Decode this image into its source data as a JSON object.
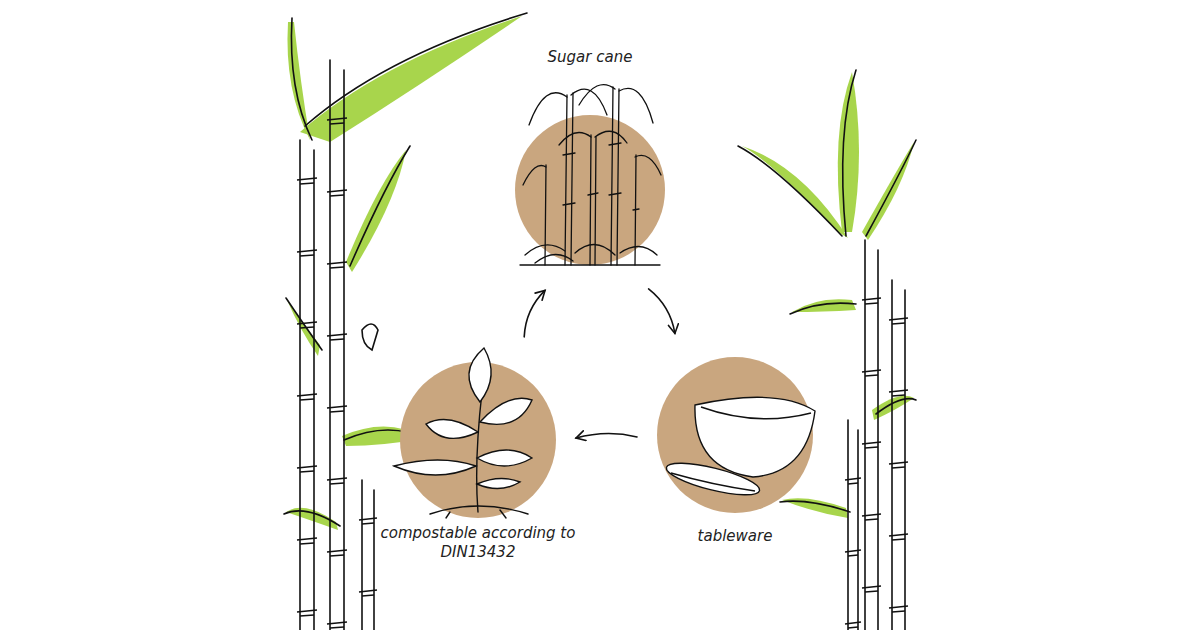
{
  "diagram": {
    "nodes": [
      {
        "text": [
          "Sugar cane"
        ]
      },
      {
        "text": [
          "tableware"
        ]
      },
      {
        "text": [
          "compostable according to DIN13432"
        ]
      }
    ],
    "edges": [
      {
        "from": 0,
        "to": 1,
        "arrow": "to"
      },
      {
        "from": 1,
        "to": 2,
        "arrow": "to"
      },
      {
        "from": 2,
        "to": 0,
        "arrow": "to"
      }
    ]
  }
}
